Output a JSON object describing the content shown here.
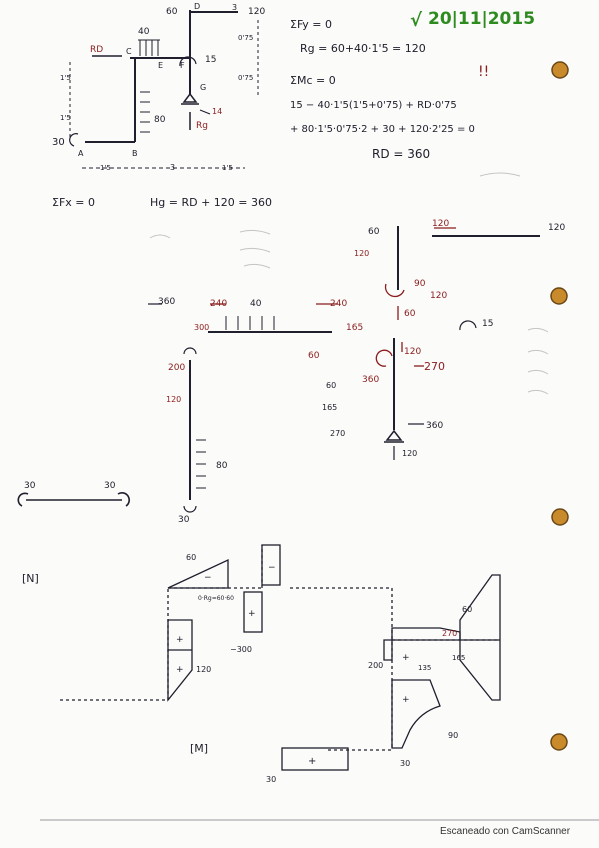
{
  "header": {
    "date": "20|11|2015"
  },
  "frame_top": {
    "dim_left_a": "1'5",
    "dim_left_b": "1'5",
    "dim_right_a": "0'75",
    "dim_right_b": "0'75",
    "dim_bottom": [
      "1'5",
      "3",
      "1'5"
    ],
    "load_top_left": "40",
    "load_top_mid": "60",
    "load_top_right": "120",
    "load_left": "80",
    "moment_left": "30",
    "moment_right": "15",
    "reaction_label": "RD",
    "reaction_rg": "Rg",
    "force_14": "14",
    "nodes": [
      "A",
      "B",
      "C",
      "E",
      "F",
      "G",
      "D",
      "3"
    ]
  },
  "equations": {
    "eq1": "ΣFy = 0",
    "eq2": "Rg = 60+40·1'5 = 120",
    "eq3": "ΣMc = 0",
    "eq4": "15 − 40·1'5(1'5+0'75) + RD·0'75",
    "eq5": "+ 80·1'5·0'75·2 + 30 + 120·2'25 = 0",
    "eq6": "RD = 360",
    "warn": "!!",
    "eq7": "ΣFx = 0",
    "eq8": "Hg = RD + 120 = 360"
  },
  "free_body": {
    "labels": [
      "60",
      "120",
      "120",
      "120",
      "90",
      "120",
      "60",
      "360",
      "240",
      "40",
      "240",
      "300",
      "165",
      "15",
      "60",
      "200",
      "120",
      "120",
      "360",
      "270",
      "360",
      "120",
      "80",
      "30",
      "165",
      "270",
      "60"
    ]
  },
  "small_beam": {
    "left": "30",
    "right": "30"
  },
  "diagrams": {
    "label_n": "[N]",
    "label_m": "[M]",
    "values": [
      "60",
      "−",
      "0·Rg=60·60",
      "+",
      "+",
      "120",
      "−300",
      "−",
      "+",
      "270",
      "60",
      "200",
      "+",
      "135",
      "165",
      "+",
      "90",
      "30",
      "+",
      "30"
    ]
  },
  "footer": {
    "text": "Escaneado con CamScanner"
  }
}
